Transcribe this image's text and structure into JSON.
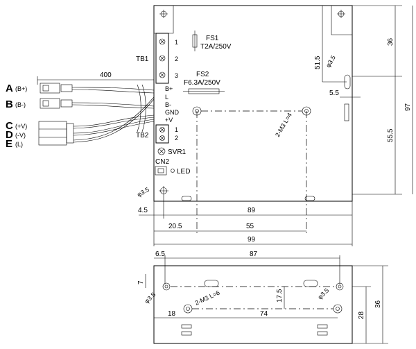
{
  "components": {
    "fs1": {
      "name": "FS1",
      "rating": "T2A/250V"
    },
    "fs2": {
      "name": "FS2",
      "rating": "F6.3A/250V"
    },
    "tb1": {
      "name": "TB1",
      "pins": [
        "1",
        "2",
        "3"
      ]
    },
    "tb2": {
      "name": "TB2",
      "pins": [
        "1",
        "2"
      ]
    },
    "svr": "SVR1",
    "cn2": "CN2",
    "led": "LED",
    "terminals": [
      "B+",
      "L",
      "B-",
      "GND",
      "+V"
    ]
  },
  "cable": {
    "length": "400",
    "connectors": [
      {
        "letter": "A",
        "sub": "(B+)"
      },
      {
        "letter": "B",
        "sub": "(B-)"
      },
      {
        "letter": "C",
        "sub": "(+V)"
      },
      {
        "letter": "D",
        "sub": "(-V)"
      },
      {
        "letter": "E",
        "sub": "(L)"
      }
    ]
  },
  "top_view": {
    "right_dims": [
      "36",
      "97",
      "55.5"
    ],
    "hole_dims": [
      "51.5",
      "φ3.5",
      "5.5"
    ],
    "screw_note": "2-M3 L=4",
    "bottom_hole": "φ3.5",
    "bottom_dims": [
      "4.5",
      "89",
      "20.5",
      "55",
      "99"
    ]
  },
  "side_view": {
    "top_dims": [
      "6.5",
      "87"
    ],
    "left_dims": [
      "7",
      "φ3.5"
    ],
    "screw_note": "2-M3 L=6",
    "mid_dim": "17.5",
    "bottom_dims": [
      "18",
      "74"
    ],
    "right_hole": "φ3.5",
    "right_dims": [
      "28",
      "36"
    ]
  }
}
